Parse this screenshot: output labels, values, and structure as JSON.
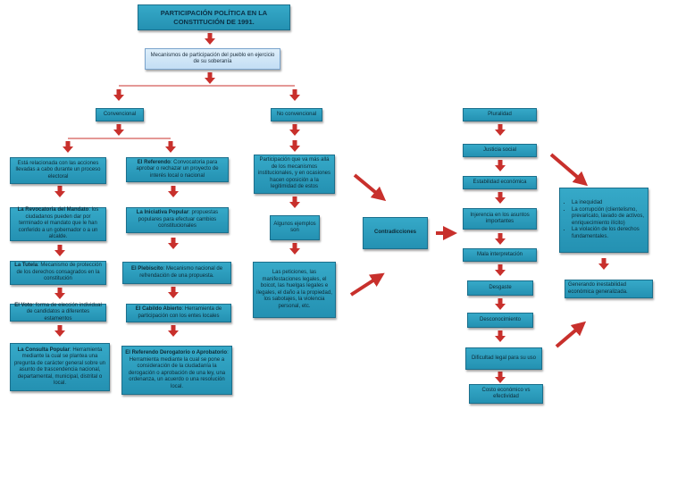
{
  "title": "PARTICIPACIÓN POLÍTICA EN LA CONSTITUCIÓN DE 1991.",
  "mechanisms": "Mecanismos de participación del pueblo en ejercicio de su soberanía",
  "convencional": {
    "label": "Convencional",
    "left_column": [
      {
        "term": "",
        "text": "Está relacionada con las acciones llevadas a cabo durante un proceso electoral"
      },
      {
        "term": "La Revocatoria del Mandato",
        "text": ": los ciudadanos pueden dar por terminado el mandato que le han conferido a un gobernador o a un alcalde."
      },
      {
        "term": "La Tutela",
        "text": ": Mecanismo de protección de los derechos consagrados en la constitución"
      },
      {
        "term": "El Voto",
        "text": ": forma de elección individual de candidatos a diferentes estamentos"
      },
      {
        "term": "La Consulta Popular",
        "text": ": Herramienta mediante la cual se plantea una pregunta de carácter general sobre un asunto de trascendencia nacional, departamental, municipal, distrital o local."
      }
    ],
    "right_column": [
      {
        "term": "El Referendo",
        "text": ": Convocatoria para aprobar o rechazar un proyecto de interés local o nacional"
      },
      {
        "term": "La Iniciativa Popular",
        "text": ": propuestas populares para efectuar cambios constitucionales"
      },
      {
        "term": "El Plebiscito",
        "text": ": Mecanismo nacional de refrendación de una propuesta."
      },
      {
        "term": "El Cabildo Abierto",
        "text": ": Herramienta de participación con los entes locales"
      },
      {
        "term": "El Referendo Derogatorio o Aprobatorio",
        "text": ": Herramienta mediante la cual se pone a consideración de la ciudadanía la derogación o aprobación de una ley, una ordenanza, un acuerdo o una resolución local."
      }
    ]
  },
  "no_convencional": {
    "label": "No convencional",
    "description": "Participación que va más allá de los mecanismos institucionales, y en ocasiones hacen oposición a la legitimidad de estos",
    "examples_label": "Algunos ejemplos son",
    "examples": "Las peticiones, las manifestaciones legales, el boicot, las huelgas legales e ilegales, el daño a la propiedad, los sabotajes, la violencia personal, etc."
  },
  "contradicciones": "Contradicciones",
  "chain": [
    "Pluralidad",
    "Justicia social",
    "Estabilidad económica",
    "Injerencia en los asuntos importantes",
    "Mala interpretación",
    "Desgaste",
    "Desconocimiento",
    "Dificultad legal para su uso",
    "Costo económico vs efectividad"
  ],
  "problems": [
    "La inequidad",
    "La corrupción (clientelismo, prevaricato, lavado de activos, enriquecimiento ilícito)",
    "La violación de los derechos fundamentales."
  ],
  "outcome": "Generando inestabilidad económica generalizada.",
  "colors": {
    "box": "#2b9cbd",
    "box_border": "#1b6f8c",
    "arrow": "#c8302c",
    "light_box": "#d2e6f7"
  }
}
